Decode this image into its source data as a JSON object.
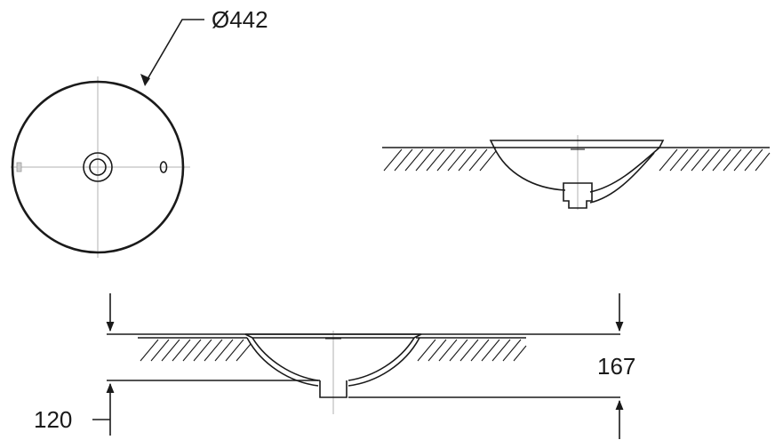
{
  "dimensions": {
    "diameter_label": "Ø442",
    "height_label": "167",
    "depth_label": "120"
  }
}
